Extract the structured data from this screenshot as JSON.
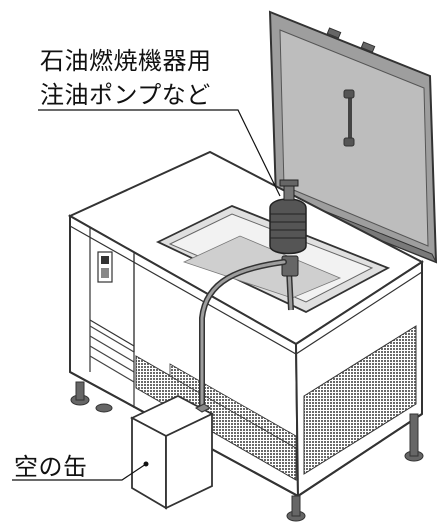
{
  "labels": {
    "pump_line1": "石油燃焼機器用",
    "pump_line2": "注油ポンプなど",
    "can": "空の缶"
  },
  "colors": {
    "line": "#333333",
    "panel_gray": "#9a9a9a",
    "panel_light": "#d6d6d6",
    "body_fill": "#ffffff",
    "mesh": "#555555"
  },
  "icons": [
    "lid-handle-icon",
    "control-panel-icon"
  ]
}
